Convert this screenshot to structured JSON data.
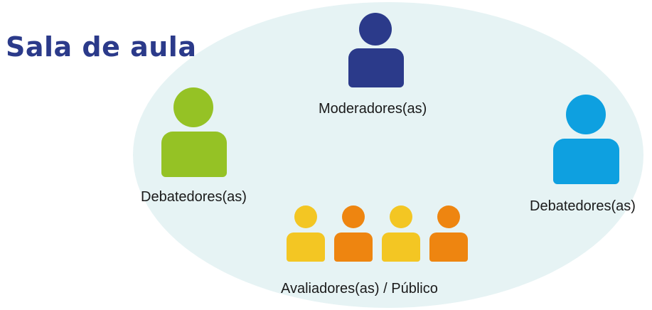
{
  "title": "Sala de aula",
  "roles": {
    "moderators": {
      "label": "Moderadores(as)",
      "color": "#2b3a8a"
    },
    "debaters_left": {
      "label": "Debatedores(as)",
      "color": "#95c225"
    },
    "debaters_right": {
      "label": "Debatedores(as)",
      "color": "#0ea0e0"
    },
    "audience": {
      "label": "Avaliadores(as) / Público",
      "colors": [
        "#f3c623",
        "#ee8510",
        "#f3c623",
        "#ee8510"
      ]
    }
  },
  "room_color": "#e6f3f4"
}
